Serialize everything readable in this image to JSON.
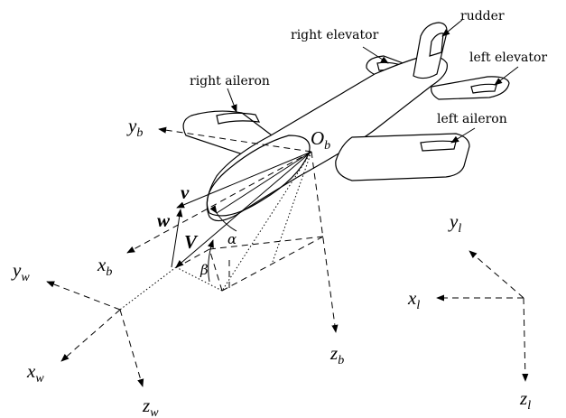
{
  "labels": {
    "rudder": "rudder",
    "right_elevator": "right elevator",
    "left_elevator": "left elevator",
    "right_aileron": "right aileron",
    "left_aileron": "left aileron"
  },
  "body_frame": {
    "origin": "O",
    "origin_sub": "b",
    "x": "x",
    "x_sub": "b",
    "y": "y",
    "y_sub": "b",
    "z": "z",
    "z_sub": "b"
  },
  "wind_frame": {
    "x": "x",
    "x_sub": "w",
    "y": "y",
    "y_sub": "w",
    "z": "z",
    "z_sub": "w"
  },
  "local_frame": {
    "x": "x",
    "x_sub": "l",
    "y": "y",
    "y_sub": "l",
    "z": "z",
    "z_sub": "l"
  },
  "velocity": {
    "total": "V",
    "v": "v",
    "w": "w",
    "alpha": "α",
    "beta": "β"
  }
}
